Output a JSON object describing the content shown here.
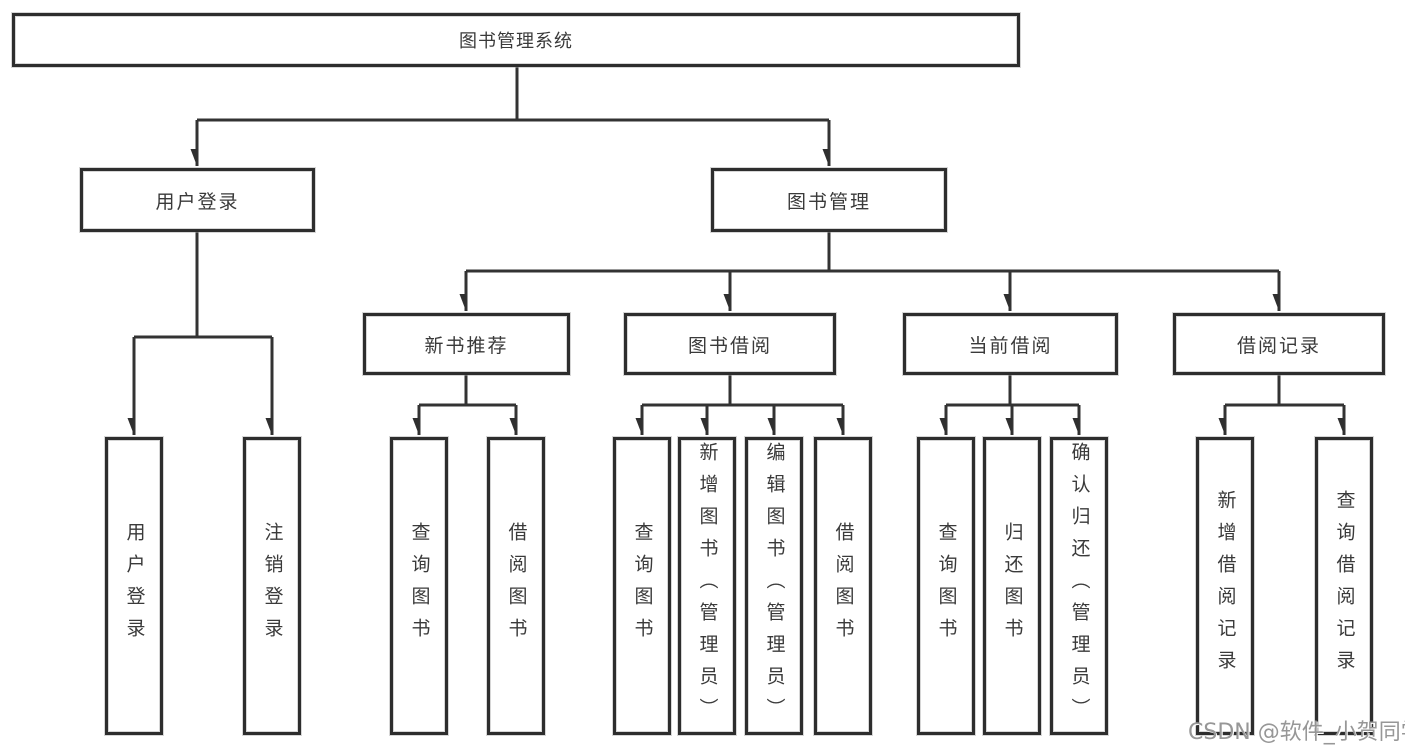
{
  "nodes": {
    "root": "图书管理系统",
    "user_login": "用户登录",
    "book_mgmt": "图书管理",
    "new_book_rec": "新书推荐",
    "book_borrow": "图书借阅",
    "current_borrow": "当前借阅",
    "borrow_records": "借阅记录",
    "ul_user_login": "用户登录",
    "ul_logout": "注销登录",
    "nb_query_book": "查询图书",
    "nb_borrow_book": "借阅图书",
    "bb_query_book": "查询图书",
    "bb_add_book": "新增图书（管理员）",
    "bb_edit_book": "编辑图书（管理员）",
    "bb_borrow_book": "借阅图书",
    "cb_query_book": "查询图书",
    "cb_return_book": "归还图书",
    "cb_confirm_return": "确认归还（管理员）",
    "br_add_record": "新增借阅记录",
    "br_query_record": "查询借阅记录"
  },
  "watermark": "CSDN @软件_小贺同学",
  "colors": {
    "line": "#333333",
    "box_border": "#2d2d2d",
    "text": "#3a3a3a",
    "background": "#ffffff",
    "watermark": "#979797"
  }
}
